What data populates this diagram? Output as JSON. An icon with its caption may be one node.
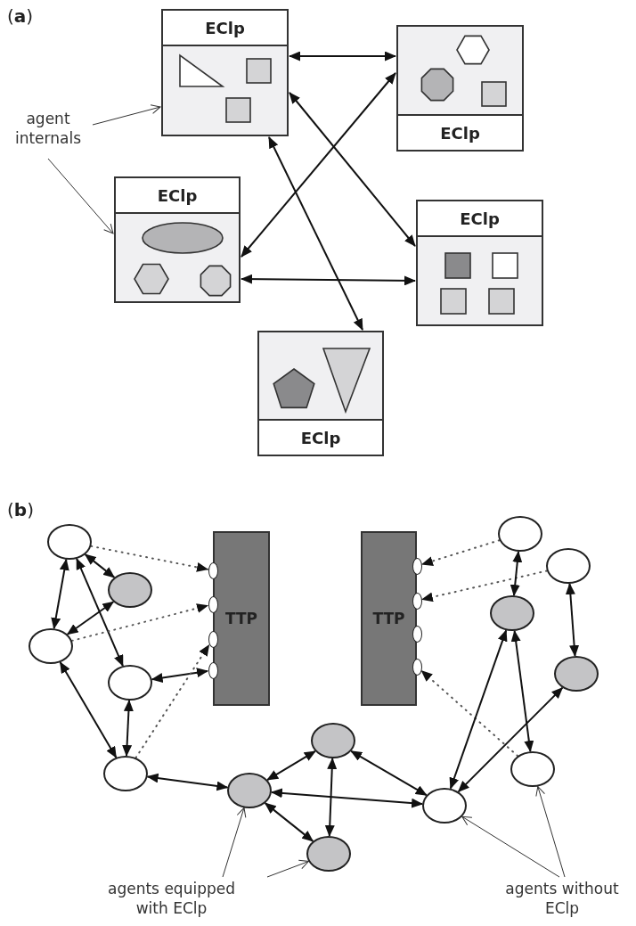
{
  "diagram": {
    "nodes": [
      {
        "text": [
          "EClp"
        ]
      },
      {
        "text": [
          "EClp"
        ]
      },
      {
        "text": [
          "agent internals"
        ]
      },
      {
        "text": [
          "EClp"
        ]
      },
      {
        "text": [
          "EClp"
        ]
      },
      {
        "text": [
          "EClp"
        ]
      },
      {
        "text": [
          "TTP"
        ]
      },
      {
        "text": [
          "TTP"
        ]
      },
      {
        "text": [],
        "shape": "circle"
      },
      {
        "text": [],
        "shape": "circle"
      },
      {
        "text": [],
        "shape": "circle"
      },
      {
        "text": [],
        "shape": "circle"
      },
      {
        "text": [],
        "shape": "circle"
      },
      {
        "text": [],
        "shape": "circle"
      },
      {
        "text": [],
        "shape": "circle"
      },
      {
        "text": [],
        "shape": "circle"
      },
      {
        "text": [],
        "shape": "circle"
      },
      {
        "text": [],
        "shape": "circle"
      },
      {
        "text": [],
        "shape": "circle"
      },
      {
        "text": [],
        "shape": "circle"
      },
      {
        "text": [],
        "shape": "circle"
      },
      {
        "text": [],
        "shape": "circle"
      },
      {
        "text": [],
        "shape": "circle"
      },
      {
        "text": [],
        "shape": "circle"
      },
      {
        "text": [],
        "shape": "circle"
      },
      {
        "text": [],
        "shape": "circle"
      },
      {
        "text": [],
        "shape": "circle"
      },
      {
        "text": [],
        "shape": "circle"
      },
      {
        "text": [],
        "shape": "circle"
      },
      {
        "text": [],
        "shape": "circle"
      },
      {
        "text": [
          "agents equipped with EClp"
        ]
      },
      {
        "text": [
          "agents without EClp"
        ]
      }
    ],
    "edges": [
      {
        "from": 0,
        "to": 1,
        "arrow": "both"
      },
      {
        "from": 0,
        "to": 4,
        "arrow": "both"
      },
      {
        "from": 1,
        "to": 3,
        "arrow": "both"
      },
      {
        "from": 0,
        "to": 5,
        "arrow": "both"
      },
      {
        "from": 3,
        "to": 4,
        "arrow": "both"
      },
      {
        "from": 2,
        "to": 0,
        "arrow": "to"
      },
      {
        "from": 2,
        "to": 3,
        "arrow": "to"
      },
      {
        "from": 9,
        "to": 13,
        "arrow": "both"
      },
      {
        "from": 9,
        "to": 19,
        "arrow": "both"
      },
      {
        "from": 9,
        "to": 23,
        "arrow": "both"
      },
      {
        "from": 13,
        "to": 19,
        "arrow": "both"
      },
      {
        "from": 19,
        "to": 26,
        "arrow": "both"
      },
      {
        "from": 23,
        "to": 26,
        "arrow": "both"
      },
      {
        "from": 23,
        "to": 21,
        "arrow": "both"
      },
      {
        "from": 9,
        "to": 12,
        "arrow": "to",
        "style": "dashed"
      },
      {
        "from": 19,
        "to": 15,
        "arrow": "to",
        "style": "dashed"
      },
      {
        "from": 26,
        "to": 18,
        "arrow": "to",
        "style": "dashed"
      },
      {
        "from": 8,
        "to": 11,
        "arrow": "to",
        "style": "dashed"
      },
      {
        "from": 10,
        "to": 14,
        "arrow": "to",
        "style": "dashed"
      },
      {
        "from": 25,
        "to": 20,
        "arrow": "to",
        "style": "dashed"
      },
      {
        "from": 8,
        "to": 16,
        "arrow": "both"
      },
      {
        "from": 10,
        "to": 22,
        "arrow": "both"
      },
      {
        "from": 16,
        "to": 28,
        "arrow": "both"
      },
      {
        "from": 16,
        "to": 25,
        "arrow": "both"
      },
      {
        "from": 22,
        "to": 28,
        "arrow": "both"
      },
      {
        "from": 26,
        "to": 27,
        "arrow": "both"
      },
      {
        "from": 27,
        "to": 24,
        "arrow": "both"
      },
      {
        "from": 27,
        "to": 29,
        "arrow": "both"
      },
      {
        "from": 27,
        "to": 28,
        "arrow": "both"
      },
      {
        "from": 24,
        "to": 29,
        "arrow": "both"
      },
      {
        "from": 24,
        "to": 28,
        "arrow": "both"
      },
      {
        "from": 30,
        "to": 27,
        "arrow": "to"
      },
      {
        "from": 30,
        "to": 29,
        "arrow": "to"
      },
      {
        "from": 31,
        "to": 28,
        "arrow": "to"
      },
      {
        "from": 31,
        "to": 25,
        "arrow": "to"
      }
    ],
    "labels": [
      "(**a**)",
      "(**b**)"
    ]
  }
}
